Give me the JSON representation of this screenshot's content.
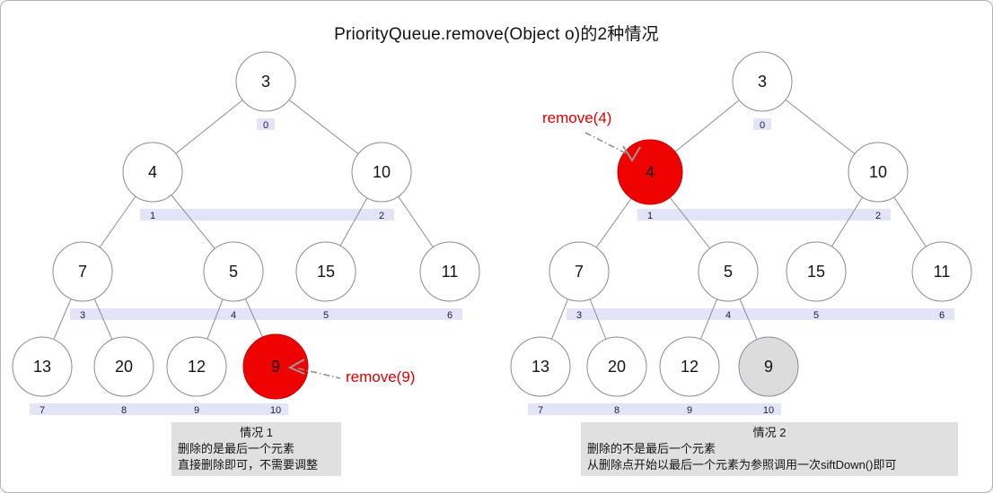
{
  "title": "PriorityQueue.remove(Object o)的2种情况",
  "colors": {
    "highlight": "#ee0202",
    "ghost": "#dcdcdc",
    "band": "#e4e4f8",
    "caption_bg": "#e0e0e0",
    "annotation_text": "#e00000",
    "edge": "#8b8b9e",
    "node_stroke": "#8a8a9a"
  },
  "trees": [
    {
      "name": "case-1",
      "annotation": {
        "label": "remove(9)",
        "target_value": "9"
      },
      "nodes": [
        {
          "index": 0,
          "value": "3",
          "state": "normal"
        },
        {
          "index": 1,
          "value": "4",
          "state": "normal"
        },
        {
          "index": 2,
          "value": "10",
          "state": "normal"
        },
        {
          "index": 3,
          "value": "7",
          "state": "normal"
        },
        {
          "index": 4,
          "value": "5",
          "state": "normal"
        },
        {
          "index": 5,
          "value": "15",
          "state": "normal"
        },
        {
          "index": 6,
          "value": "11",
          "state": "normal"
        },
        {
          "index": 7,
          "value": "13",
          "state": "normal"
        },
        {
          "index": 8,
          "value": "20",
          "state": "normal"
        },
        {
          "index": 9,
          "value": "12",
          "state": "normal"
        },
        {
          "index": 10,
          "value": "9",
          "state": "highlight"
        }
      ],
      "caption": {
        "title": "情况 1",
        "lines": [
          "删除的是最后一个元素",
          "直接删除即可，不需要调整"
        ]
      }
    },
    {
      "name": "case-2",
      "annotation": {
        "label": "remove(4)",
        "target_value": "4"
      },
      "nodes": [
        {
          "index": 0,
          "value": "3",
          "state": "normal"
        },
        {
          "index": 1,
          "value": "4",
          "state": "highlight"
        },
        {
          "index": 2,
          "value": "10",
          "state": "normal"
        },
        {
          "index": 3,
          "value": "7",
          "state": "normal"
        },
        {
          "index": 4,
          "value": "5",
          "state": "normal"
        },
        {
          "index": 5,
          "value": "15",
          "state": "normal"
        },
        {
          "index": 6,
          "value": "11",
          "state": "normal"
        },
        {
          "index": 7,
          "value": "13",
          "state": "normal"
        },
        {
          "index": 8,
          "value": "20",
          "state": "normal"
        },
        {
          "index": 9,
          "value": "12",
          "state": "normal"
        },
        {
          "index": 10,
          "value": "9",
          "state": "ghost"
        }
      ],
      "caption": {
        "title": "情况 2",
        "lines": [
          "删除的不是最后一个元素",
          "从删除点开始以最后一个元素为参照调用一次siftDown()即可"
        ]
      }
    }
  ]
}
